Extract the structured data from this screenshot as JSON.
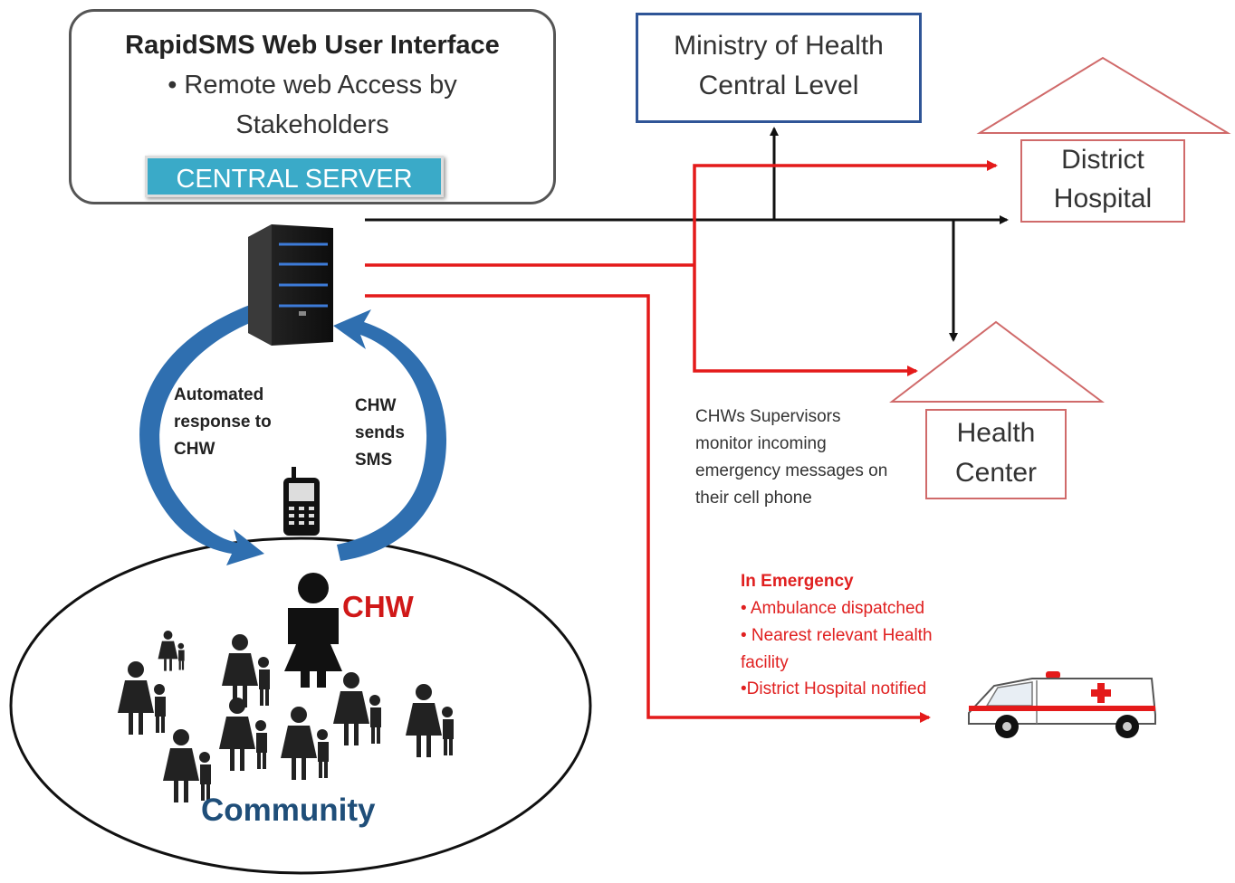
{
  "central_server": {
    "title": "RapidSMS Web User Interface",
    "bullet_line1": "• Remote web Access by",
    "bullet_line2": "Stakeholders",
    "badge": "CENTRAL SERVER",
    "badge_color": "#3aaac8"
  },
  "ministry": {
    "line1": "Ministry of Health",
    "line2": "Central Level",
    "border_color": "#2f5597"
  },
  "district_hospital": {
    "line1": "District",
    "line2": "Hospital"
  },
  "health_center": {
    "line1": "Health",
    "line2": "Center"
  },
  "supervisors_note": [
    "CHWs Supervisors",
    "monitor incoming",
    "emergency messages  on",
    "their cell phone"
  ],
  "loop": {
    "left_label": [
      "Automated",
      "response to",
      "CHW"
    ],
    "right_label": [
      "CHW",
      "sends",
      "SMS"
    ]
  },
  "emergency": {
    "heading": "In Emergency",
    "items": [
      "• Ambulance dispatched",
      "• Nearest relevant Health",
      "facility",
      "•District Hospital notified"
    ]
  },
  "chw_label": "CHW",
  "community_label": "Community",
  "colors": {
    "red_flow": "#e41a1a",
    "black_flow": "#111111",
    "loop_arrow": "#2f6fb0",
    "house_outline": "#d06a6a"
  },
  "icons": [
    "server-icon",
    "mobile-phone-icon",
    "chw-person-icon",
    "family-icon",
    "ambulance-icon",
    "house-roof-icon"
  ]
}
